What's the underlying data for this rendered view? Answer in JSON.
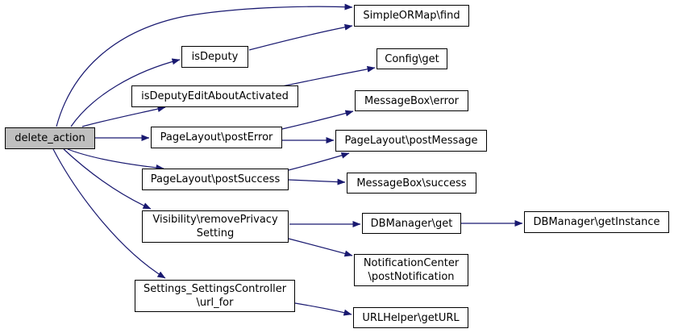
{
  "diagram": {
    "type": "call-graph",
    "background_color": "#ffffff",
    "edge_color": "#191970",
    "node_fill": "#ffffff",
    "node_border_color": "#000000",
    "highlighted_node_fill": "#bfbfbf"
  },
  "nodes": [
    {
      "id": "delete_action",
      "label": "delete_action",
      "highlighted": true
    },
    {
      "id": "isDeputy",
      "label": "isDeputy",
      "highlighted": false
    },
    {
      "id": "isDeputyEditAboutActivated",
      "label": "isDeputyEditAboutActivated",
      "highlighted": false
    },
    {
      "id": "PageLayout_postError",
      "label": "PageLayout\\postError",
      "highlighted": false
    },
    {
      "id": "PageLayout_postSuccess",
      "label": "PageLayout\\postSuccess",
      "highlighted": false
    },
    {
      "id": "Visibility_removePrivacySetting",
      "label": "Visibility\\removePrivacy\nSetting",
      "highlighted": false
    },
    {
      "id": "Settings_SettingsController_url_for",
      "label": "Settings_SettingsController\n\\url_for",
      "highlighted": false
    },
    {
      "id": "SimpleORMap_find",
      "label": "SimpleORMap\\find",
      "highlighted": false
    },
    {
      "id": "Config_get",
      "label": "Config\\get",
      "highlighted": false
    },
    {
      "id": "MessageBox_error",
      "label": "MessageBox\\error",
      "highlighted": false
    },
    {
      "id": "PageLayout_postMessage",
      "label": "PageLayout\\postMessage",
      "highlighted": false
    },
    {
      "id": "MessageBox_success",
      "label": "MessageBox\\success",
      "highlighted": false
    },
    {
      "id": "DBManager_get",
      "label": "DBManager\\get",
      "highlighted": false
    },
    {
      "id": "NotificationCenter_postNotification",
      "label": "NotificationCenter\n\\postNotification",
      "highlighted": false
    },
    {
      "id": "URLHelper_getURL",
      "label": "URLHelper\\getURL",
      "highlighted": false
    },
    {
      "id": "DBManager_getInstance",
      "label": "DBManager\\getInstance",
      "highlighted": false
    }
  ],
  "edges": [
    {
      "from": "delete_action",
      "to": "SimpleORMap\\find"
    },
    {
      "from": "delete_action",
      "to": "isDeputy"
    },
    {
      "from": "delete_action",
      "to": "isDeputyEditAboutActivated"
    },
    {
      "from": "delete_action",
      "to": "PageLayout\\postError"
    },
    {
      "from": "delete_action",
      "to": "PageLayout\\postSuccess"
    },
    {
      "from": "delete_action",
      "to": "Visibility\\removePrivacySetting"
    },
    {
      "from": "delete_action",
      "to": "Settings_SettingsController\\url_for"
    },
    {
      "from": "isDeputy",
      "to": "SimpleORMap\\find"
    },
    {
      "from": "isDeputyEditAboutActivated",
      "to": "Config\\get"
    },
    {
      "from": "PageLayout\\postError",
      "to": "MessageBox\\error"
    },
    {
      "from": "PageLayout\\postError",
      "to": "PageLayout\\postMessage"
    },
    {
      "from": "PageLayout\\postSuccess",
      "to": "PageLayout\\postMessage"
    },
    {
      "from": "PageLayout\\postSuccess",
      "to": "MessageBox\\success"
    },
    {
      "from": "Visibility\\removePrivacySetting",
      "to": "DBManager\\get"
    },
    {
      "from": "Visibility\\removePrivacySetting",
      "to": "NotificationCenter\\postNotification"
    },
    {
      "from": "DBManager\\get",
      "to": "DBManager\\getInstance"
    },
    {
      "from": "Settings_SettingsController\\url_for",
      "to": "URLHelper\\getURL"
    }
  ]
}
